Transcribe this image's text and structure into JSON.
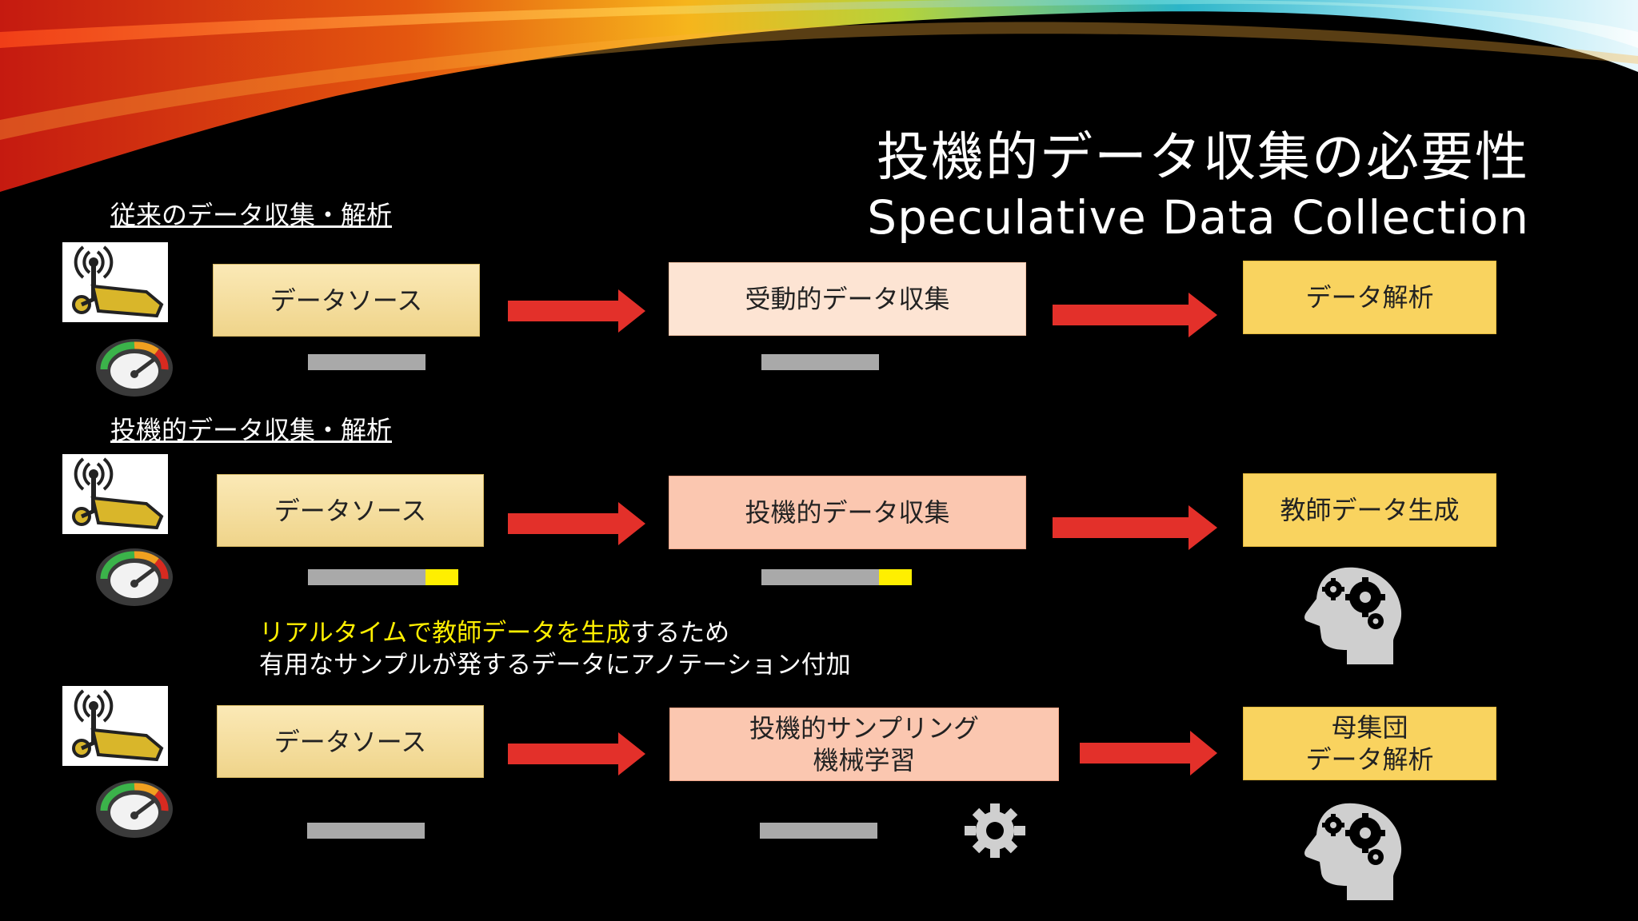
{
  "slide": {
    "title_jp": "投機的データ収集の必要性",
    "title_en": "Speculative Data Collection"
  },
  "row1": {
    "label": "従来のデータ収集・解析",
    "source": "データソース",
    "collect": "受動的データ収集",
    "result": "データ解析"
  },
  "row2": {
    "label": "投機的データ収集・解析",
    "source": "データソース",
    "collect": "投機的データ収集",
    "result": "教師データ生成"
  },
  "note": {
    "highlight": "リアルタイムで教師データを生成",
    "line1_rest": "するため",
    "line2": "有用なサンプルが発するデータにアノテーション付加"
  },
  "row3": {
    "source": "データソース",
    "collect_line1": "投機的サンプリング",
    "collect_line2": "機械学習",
    "result_line1": "母集団",
    "result_line2": "データ解析"
  },
  "icons": {
    "sensor": "wifi-camera-sensor-icon",
    "gauge": "speedometer-gauge-icon",
    "arrow": "right-arrow-icon",
    "brain": "head-with-gears-icon",
    "gear": "gear-icon"
  },
  "colors": {
    "arrow": "#e3302a",
    "highlight": "#ffef00",
    "result_box": "#f9d35f",
    "bar": "#a9a9a9"
  }
}
